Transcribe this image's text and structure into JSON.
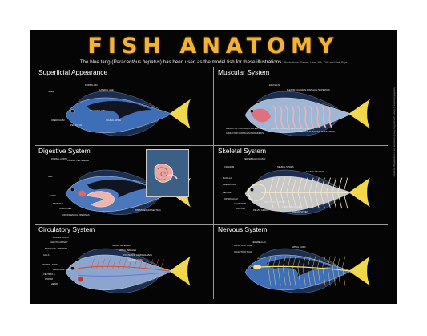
{
  "title": "FISH ANATOMY",
  "subtitle": {
    "before": "The blue tang (",
    "species": "Paracanthus hepatus",
    "after": ") has been used as the model fish for these illustrations.",
    "credit": "Illustrations: Dawes Lynn, MA, CMI and Deb Frye"
  },
  "side_credit": "Scientific illustrations by Dawes Lynn and Deb Frye for classroom use in marine biology education.",
  "colors": {
    "background": "#050505",
    "title": "#f2b33a",
    "body_blue": "#3f6eb8",
    "dark_patch": "#101521",
    "tail_yellow": "#f0d84a",
    "muscle_pink": "#f0b0b8",
    "skeleton": "#f0e6c8",
    "nerve_yellow": "#f5e27a",
    "vessel_red": "#d0503a"
  },
  "panels": [
    {
      "id": "superficial",
      "title": "Superficial Appearance",
      "labels": [
        "DORSAL FIN",
        "LATERAL LINE",
        "NARE",
        "OPERCULUM",
        "PECTORAL FIN",
        "PELVIC FIN",
        "CAUDAL SPINE"
      ]
    },
    {
      "id": "muscular",
      "title": "Muscular System",
      "labels": [
        "EPAXIALIS",
        "FLEXOR CAUDALIS DORSALIS (SUPERIOR)",
        "ABDUCTOR VENTRALIS SUPERFICIALIS",
        "ADDUCTOR VENTRALIS PROFUNDUS",
        "FLEXOR CAUDALIS VENTRALIS (INFERIOR)",
        "FLEXOR CAUDALIS VENTRALIS (INFERIOR)"
      ]
    },
    {
      "id": "digestive",
      "title": "Digestive System",
      "labels": [
        "DORSAL AORTA",
        "CAUDAL VERTEBRAE",
        "GILL",
        "LIVER",
        "STOMACH",
        "INTESTINES",
        "INTESTINES (DISSECTED)",
        "URINOGENITAL OPENINGS"
      ]
    },
    {
      "id": "skeletal",
      "title": "Skeletal System",
      "labels": [
        "VERTEBRAL COLUMN",
        "CRANIUM",
        "NEURAL SPINES",
        "CAUDAL FIN RAYS",
        "MAXILLA",
        "PREMAXILLA",
        "DENTARY",
        "OPERCULUM",
        "CLEITHRUM",
        "SCAPULA",
        "PECTORAL FIN RAYS",
        "PELVIC GIRDLE",
        "PTERYGIOPHORES",
        "HAEMAL SPINES"
      ]
    },
    {
      "id": "circulatory",
      "title": "Circulatory System",
      "labels": [
        "DORSAL AORTA",
        "CAROTID ARTERY",
        "BRANCHIAL ARTERIES",
        "GILLS",
        "VENTRAL AORTA",
        "BRANCHIAL VEINS",
        "VENTRICLE",
        "ATRIUM",
        "HEART",
        "SPINAL ARTERIES",
        "SPINAL VENULES",
        "POSTERIOR CARDINAL VEIN",
        "CAUDAL VEIN"
      ]
    },
    {
      "id": "nervous",
      "title": "Nervous System",
      "labels": [
        "CEREBELLUM",
        "OLFACTORY LOBE",
        "OLFACTORY BULB",
        "SPINAL CORD"
      ]
    }
  ]
}
